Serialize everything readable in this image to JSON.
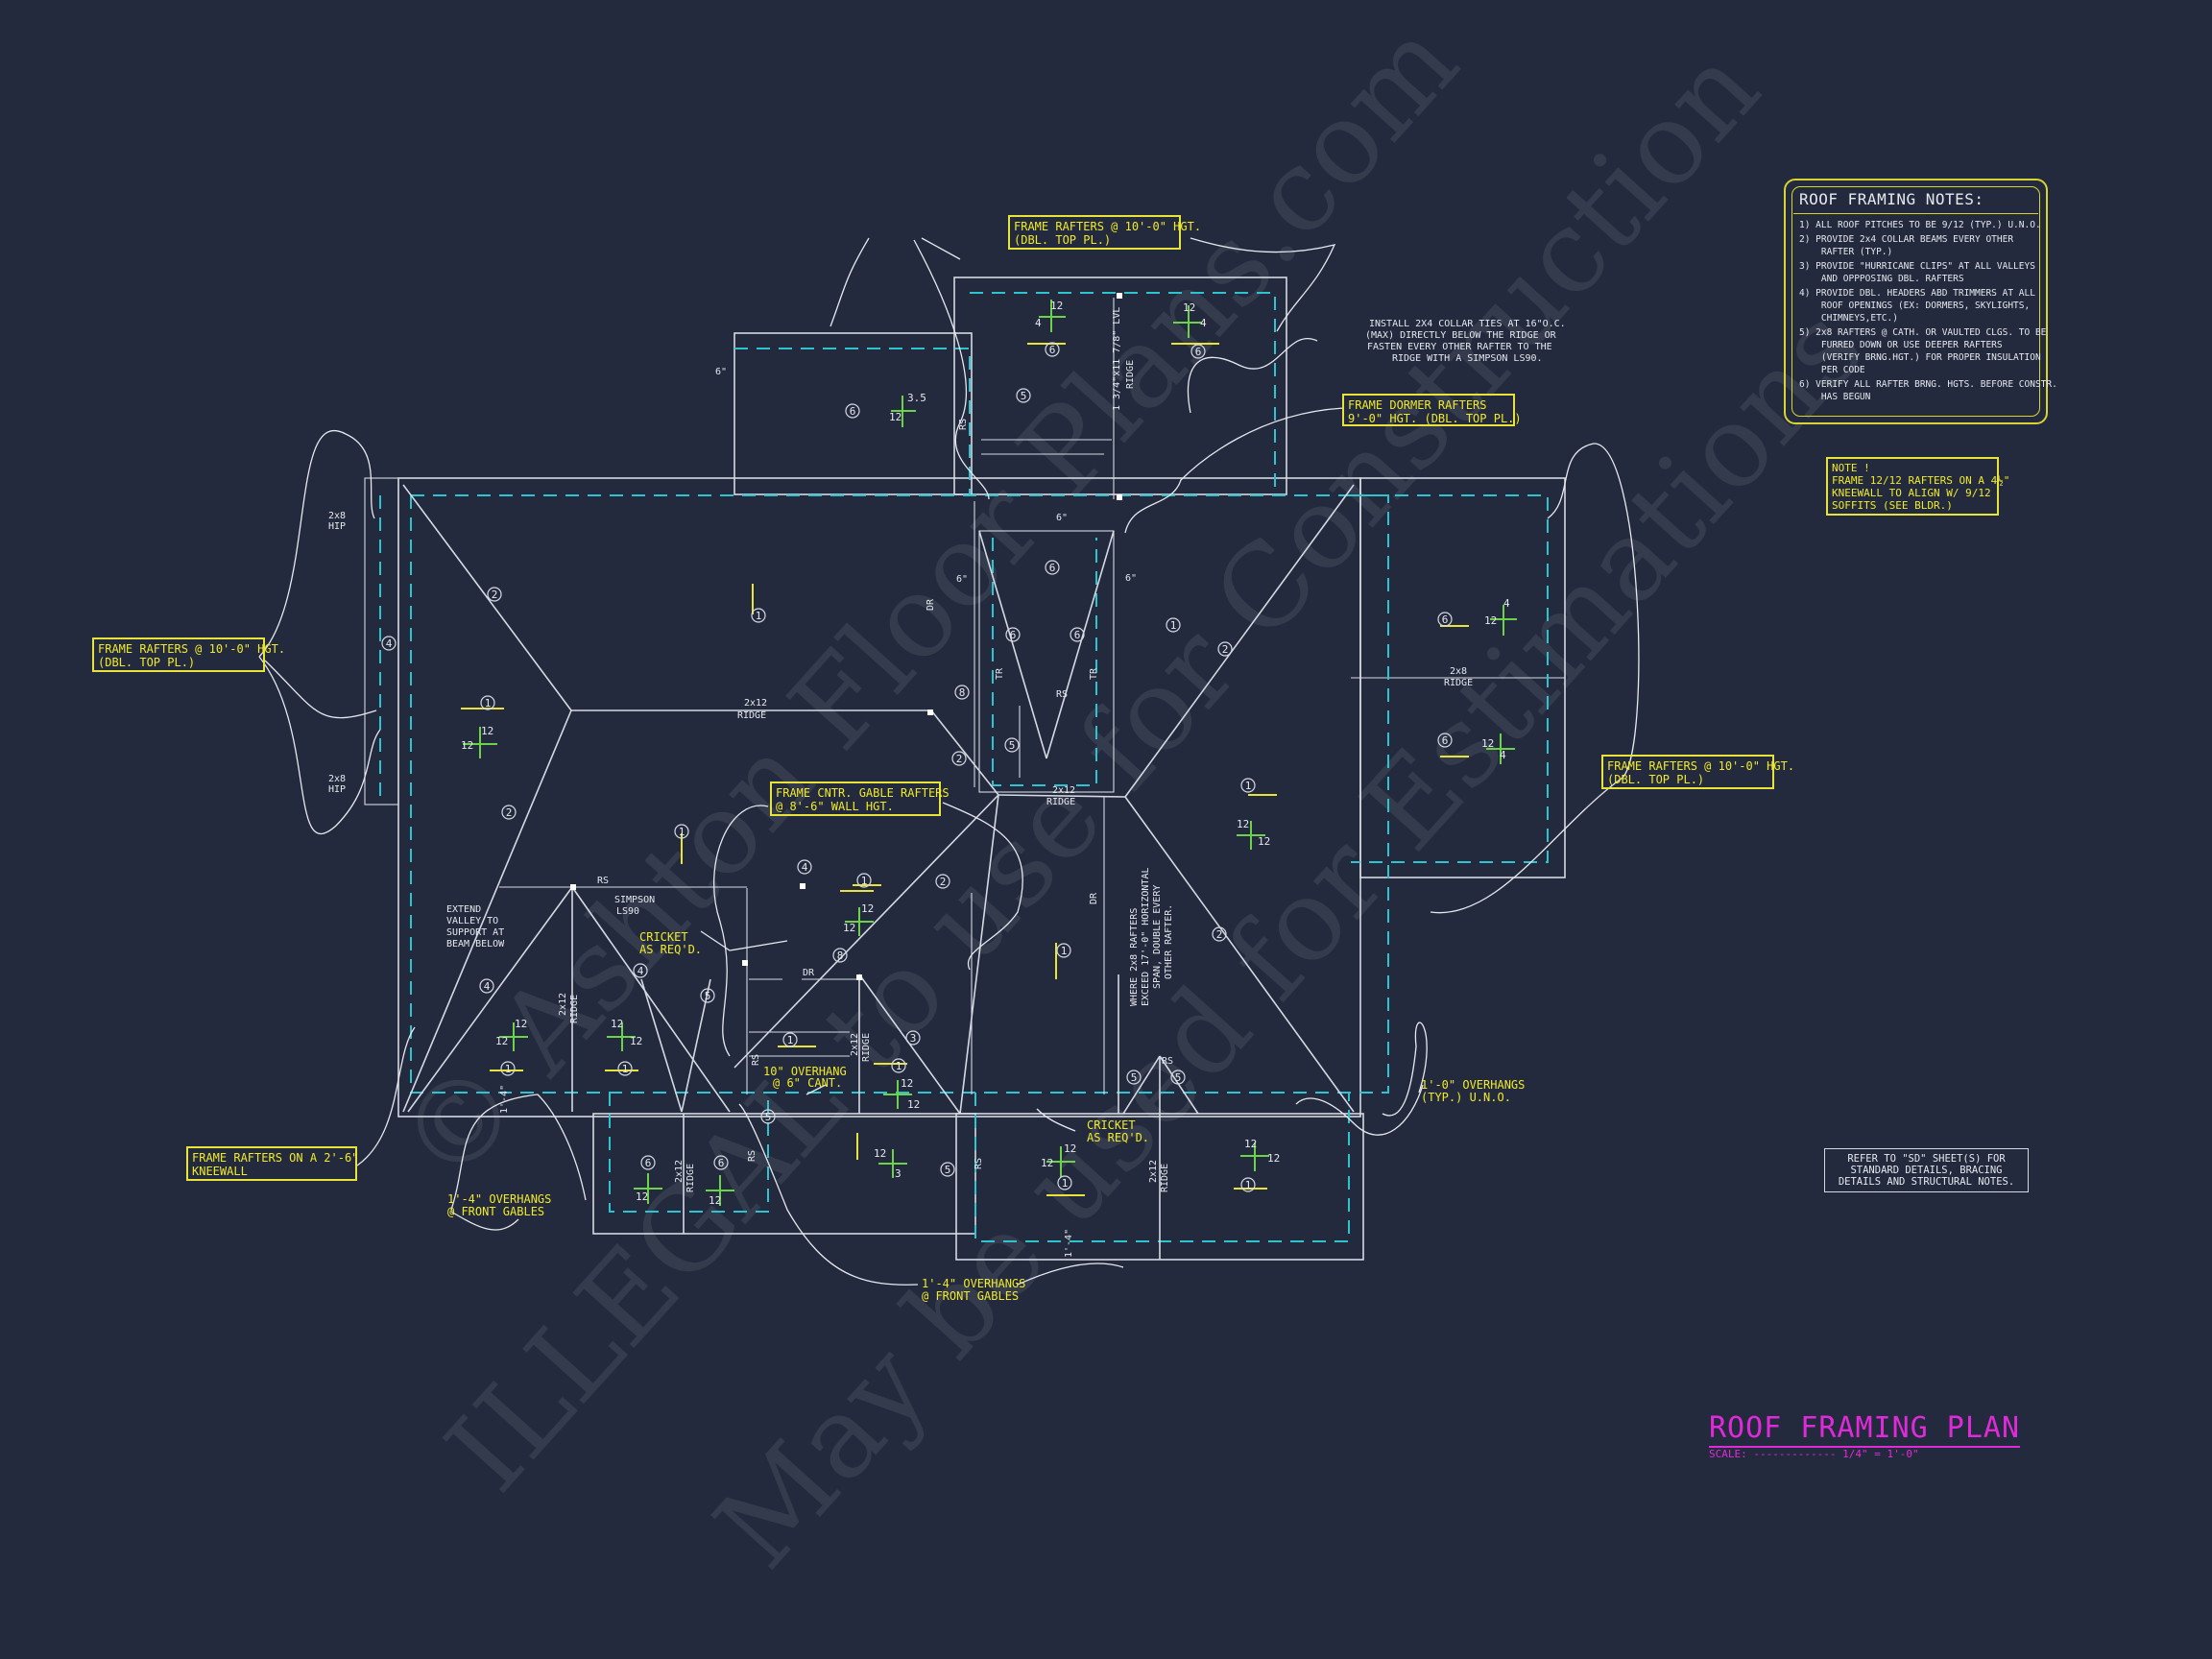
{
  "title": {
    "text": "ROOF FRAMING PLAN",
    "scale_label": "SCALE:",
    "scale_value": "1/4\" = 1'-0\""
  },
  "notes": {
    "title": "ROOF FRAMING NOTES:",
    "items": [
      "1) ALL ROOF PITCHES TO BE 9/12 (TYP.) U.N.O.",
      "2) PROVIDE 2x4 COLLAR BEAMS EVERY OTHER\n    RAFTER (TYP.)",
      "3) PROVIDE \"HURRICANE CLIPS\" AT ALL VALLEYS\n    AND OPPPOSING DBL. RAFTERS",
      "4) PROVIDE DBL. HEADERS ABD TRIMMERS AT ALL\n    ROOF OPENINGS (EX: DORMERS, SKYLIGHTS,\n    CHIMNEYS,ETC.)",
      "5) 2x8 RAFTERS @ CATH. OR VAULTED CLGS. TO BE\n    FURRED DOWN OR USE DEEPER RAFTERS\n    (VERIFY BRNG.HGT.) FOR PROPER INSULATION\n    PER CODE",
      "6) VERIFY ALL RAFTER BRNG. HGTS. BEFORE CONSTR.\n    HAS BEGUN"
    ]
  },
  "note_box": "NOTE !\nFRAME 12/12 RAFTERS ON A 4½\"\nKNEEWALL TO ALIGN W/ 9/12\nSOFFITS (SEE BLDR.)",
  "refer_box": "REFER TO \"SD\" SHEET(S) FOR\nSTANDARD DETAILS, BRACING\nDETAILS AND STRUCTURAL NOTES.",
  "callouts": {
    "top_frame": "FRAME RAFTERS @ 10'-0\" HGT.\n(DBL. TOP PL.)",
    "left_frame": "FRAME RAFTERS @ 10'-0\" HGT.\n(DBL. TOP PL.)",
    "right_frame": "FRAME RAFTERS @ 10'-0\" HGT.\n(DBL. TOP PL.)",
    "dormer": "FRAME DORMER RAFTERS\n9'-0\" HGT. (DBL. TOP PL.)",
    "center_gable": "FRAME CNTR. GABLE RAFTERS\n@ 8'-6\" WALL HGT.",
    "kneewall": "FRAME RAFTERS ON A 2'-6\"\nKNEEWALL"
  },
  "labels": {
    "collar_ties": [
      "INSTALL 2X4 COLLAR TIES AT 16\"O.C.",
      "(MAX) DIRECTLY BELOW THE RIDGE OR",
      "FASTEN EVERY OTHER RAFTER TO THE",
      "RIDGE WITH A SIMPSON LS90."
    ],
    "lvl_ridge": "1 3/4\"x11 7/8\" LVL",
    "ridge": "RIDGE",
    "ridge_2x12": "2x12",
    "ridge_2x8": "2x8",
    "hip_2x8": "2x8",
    "hip": "HIP",
    "rs": "RS",
    "dr": "DR",
    "tr": "TR",
    "extend_valley": [
      "EXTEND",
      "VALLEY TO",
      "SUPPORT AT",
      "BEAM BELOW"
    ],
    "simpson": [
      "SIMPSON",
      "LS90"
    ],
    "cricket_left": [
      "CRICKET",
      "AS REQ'D."
    ],
    "cricket_right": [
      "CRICKET",
      "AS REQ'D."
    ],
    "overhang_10": [
      "10\" OVERHANG",
      "@ 6\" CANT."
    ],
    "span_note": [
      "WHERE 2x8 RAFTERS",
      "EXCEED 17'-0\" HORIZONTAL",
      "SPAN, DOUBLE EVERY",
      "OTHER RAFTER."
    ],
    "overhang_typ": [
      "1'-0\" OVERHANGS",
      "(TYP.) U.N.O."
    ],
    "overhang_front_left": [
      "1'-4\" OVERHANGS",
      "@ FRONT GABLES"
    ],
    "overhang_front_bottom": [
      "1'-4\" OVERHANGS",
      "@ FRONT GABLES"
    ],
    "pitch_12": "12",
    "pitch_4": "4",
    "pitch_35": "3.5",
    "pitch_3": "3",
    "dim_6": "6\"",
    "dim_14": "1'-4\""
  },
  "tags": [
    "1",
    "2",
    "3",
    "4",
    "5",
    "6",
    "8"
  ],
  "watermarks": [
    "© Ashton Floor Plans.com",
    "ILLEGAL to use for Construction",
    "May be used for Estimations"
  ]
}
